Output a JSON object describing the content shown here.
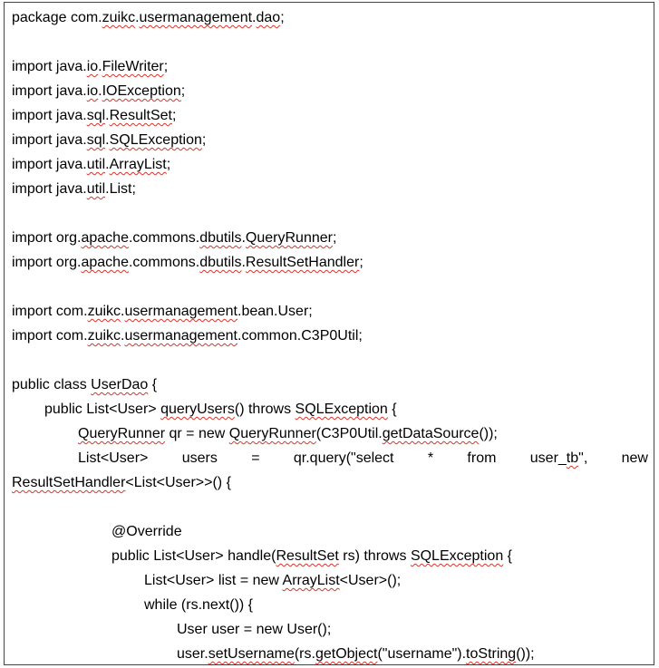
{
  "code": {
    "l01": [
      "package com.",
      "zuikc",
      ".",
      "usermanagement",
      ".",
      "dao",
      ";"
    ],
    "l03": [
      "import java.",
      "io",
      ".",
      "FileWriter",
      ";"
    ],
    "l04": [
      "import java.",
      "io",
      ".",
      "IOException",
      ";"
    ],
    "l05": [
      "import java.",
      "sql",
      ".",
      "ResultSet",
      ";"
    ],
    "l06": [
      "import java.",
      "sql",
      ".",
      "SQLException",
      ";"
    ],
    "l07": [
      "import java.",
      "util",
      ".",
      "ArrayList",
      ";"
    ],
    "l08": [
      "import java.",
      "util",
      ".List;"
    ],
    "l10": [
      "import org.",
      "apache",
      ".commons.",
      "dbutils",
      ".",
      "QueryRunner",
      ";"
    ],
    "l11": [
      "import org.",
      "apache",
      ".commons.",
      "dbutils",
      ".",
      "ResultSetHandler",
      ";"
    ],
    "l13": [
      "import com.",
      "zuikc",
      ".",
      "usermanagement",
      ".bean.User;"
    ],
    "l14": [
      "import com.",
      "zuikc",
      ".",
      "usermanagement",
      ".common.C3P0Util;"
    ],
    "l16": [
      "public class ",
      "UserDao",
      " {"
    ],
    "l17": [
      "public List<User> ",
      "queryUsers",
      "() throws ",
      "SQLException",
      " {"
    ],
    "l18": [
      "QueryRunner",
      " qr = new ",
      "QueryRunner",
      "(C3P0Util.",
      "getDataSource",
      "());"
    ],
    "l19": [
      "List<User>",
      "users",
      "=",
      "qr.query(\"select",
      "*",
      "from",
      "user_",
      "tb",
      "\",",
      "new"
    ],
    "l20": [
      "ResultSetHandler",
      "<List<User>>() {"
    ],
    "l22": [
      "@Override"
    ],
    "l23": [
      "public List<User> handle(",
      "ResultSet",
      " rs) throws ",
      "SQLException",
      " {"
    ],
    "l24": [
      "List<User> list = new ",
      "ArrayList",
      "<User>();"
    ],
    "l25": [
      "while (rs.next()) {"
    ],
    "l26": [
      "User user = new User();"
    ],
    "l27": [
      "user.",
      "setUsername",
      "(rs.",
      "getObject",
      "(\"username\").",
      "toString",
      "());"
    ]
  }
}
